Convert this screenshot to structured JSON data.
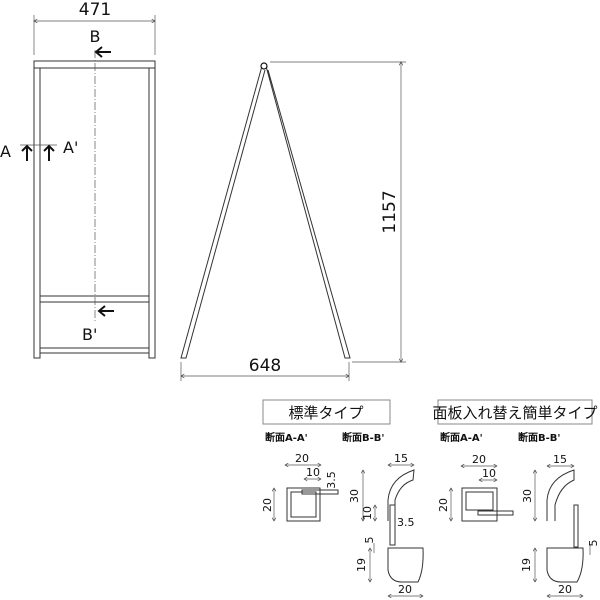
{
  "front_view": {
    "width_dim": "471",
    "label_b": "B",
    "label_b2": "B'",
    "label_a": "A",
    "label_a2": "A'"
  },
  "side_view": {
    "height_dim": "1157",
    "base_dim": "648"
  },
  "types": [
    {
      "title": "標準タイプ",
      "section_a": {
        "label": "断面A-A'",
        "dims": [
          "20",
          "10",
          "3.5",
          "20"
        ]
      },
      "section_b": {
        "label": "断面B-B'",
        "dims": [
          "15",
          "30",
          "10",
          "3.5",
          "5",
          "19",
          "20"
        ]
      }
    },
    {
      "title": "面板入れ替え簡単タイプ",
      "section_a": {
        "label": "断面A-A'",
        "dims": [
          "20",
          "10",
          "20"
        ]
      },
      "section_b": {
        "label": "断面B-B'",
        "dims": [
          "15",
          "30",
          "5",
          "19",
          "20"
        ]
      }
    }
  ]
}
